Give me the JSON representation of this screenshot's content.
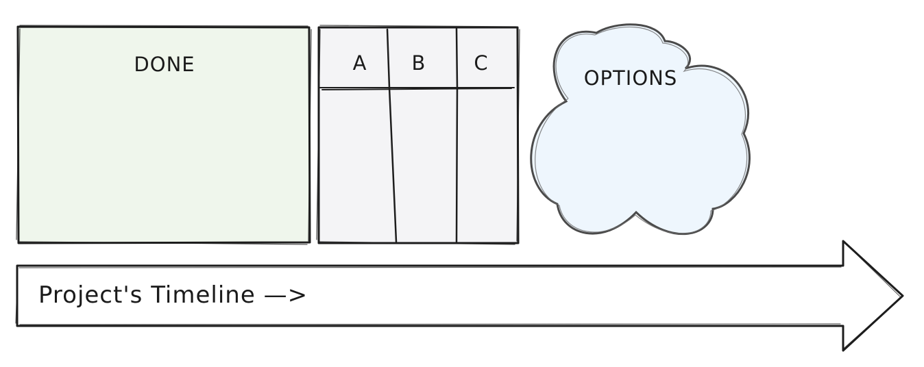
{
  "done_box": {
    "title": "DONE",
    "fill": "#eff6ec"
  },
  "table_box": {
    "fill": "#f4f4f6",
    "columns": [
      "A",
      "B",
      "C"
    ]
  },
  "options_cloud": {
    "title": "OPTIONS",
    "fill": "#eef6fd"
  },
  "timeline_arrow": {
    "label": "Project's Timeline —>",
    "fill": "#ffffff"
  },
  "stroke_color": "#1d1d1d"
}
